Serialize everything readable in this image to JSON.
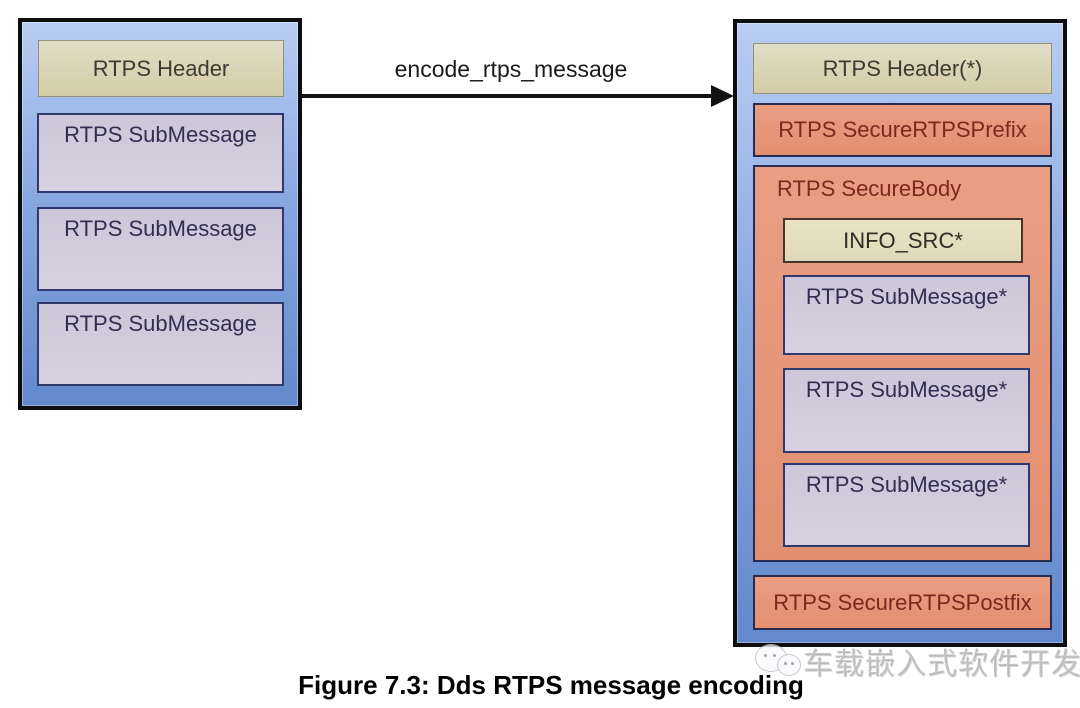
{
  "caption": "Figure 7.3: Dds RTPS message encoding",
  "arrow": {
    "label": "encode_rtps_message"
  },
  "left_box": {
    "header": "RTPS Header",
    "submessages": [
      "RTPS SubMessage",
      "RTPS SubMessage",
      "RTPS SubMessage"
    ]
  },
  "right_box": {
    "header": "RTPS Header(*)",
    "prefix": "RTPS SecureRTPSPrefix",
    "secure_body": {
      "label": "RTPS SecureBody",
      "info_src": "INFO_SRC*",
      "submessages": [
        "RTPS SubMessage*",
        "RTPS SubMessage*",
        "RTPS SubMessage*"
      ]
    },
    "postfix": "RTPS SecureRTPSPostfix"
  },
  "watermark": {
    "text": "车载嵌入式软件开发",
    "icon": "wechat-chat-bubbles-icon"
  },
  "colors": {
    "container_blue_top": "#b8cdf2",
    "container_blue_bottom": "#6289cc",
    "container_border": "#0d0d10",
    "tan_fill": "#dcd6b4",
    "lavender_fill": "#cfc9db",
    "lavender_border": "#2e3a6d",
    "salmon_fill": "#e6977b",
    "salmon_text": "#7c281b",
    "arrow_black": "#121212"
  }
}
